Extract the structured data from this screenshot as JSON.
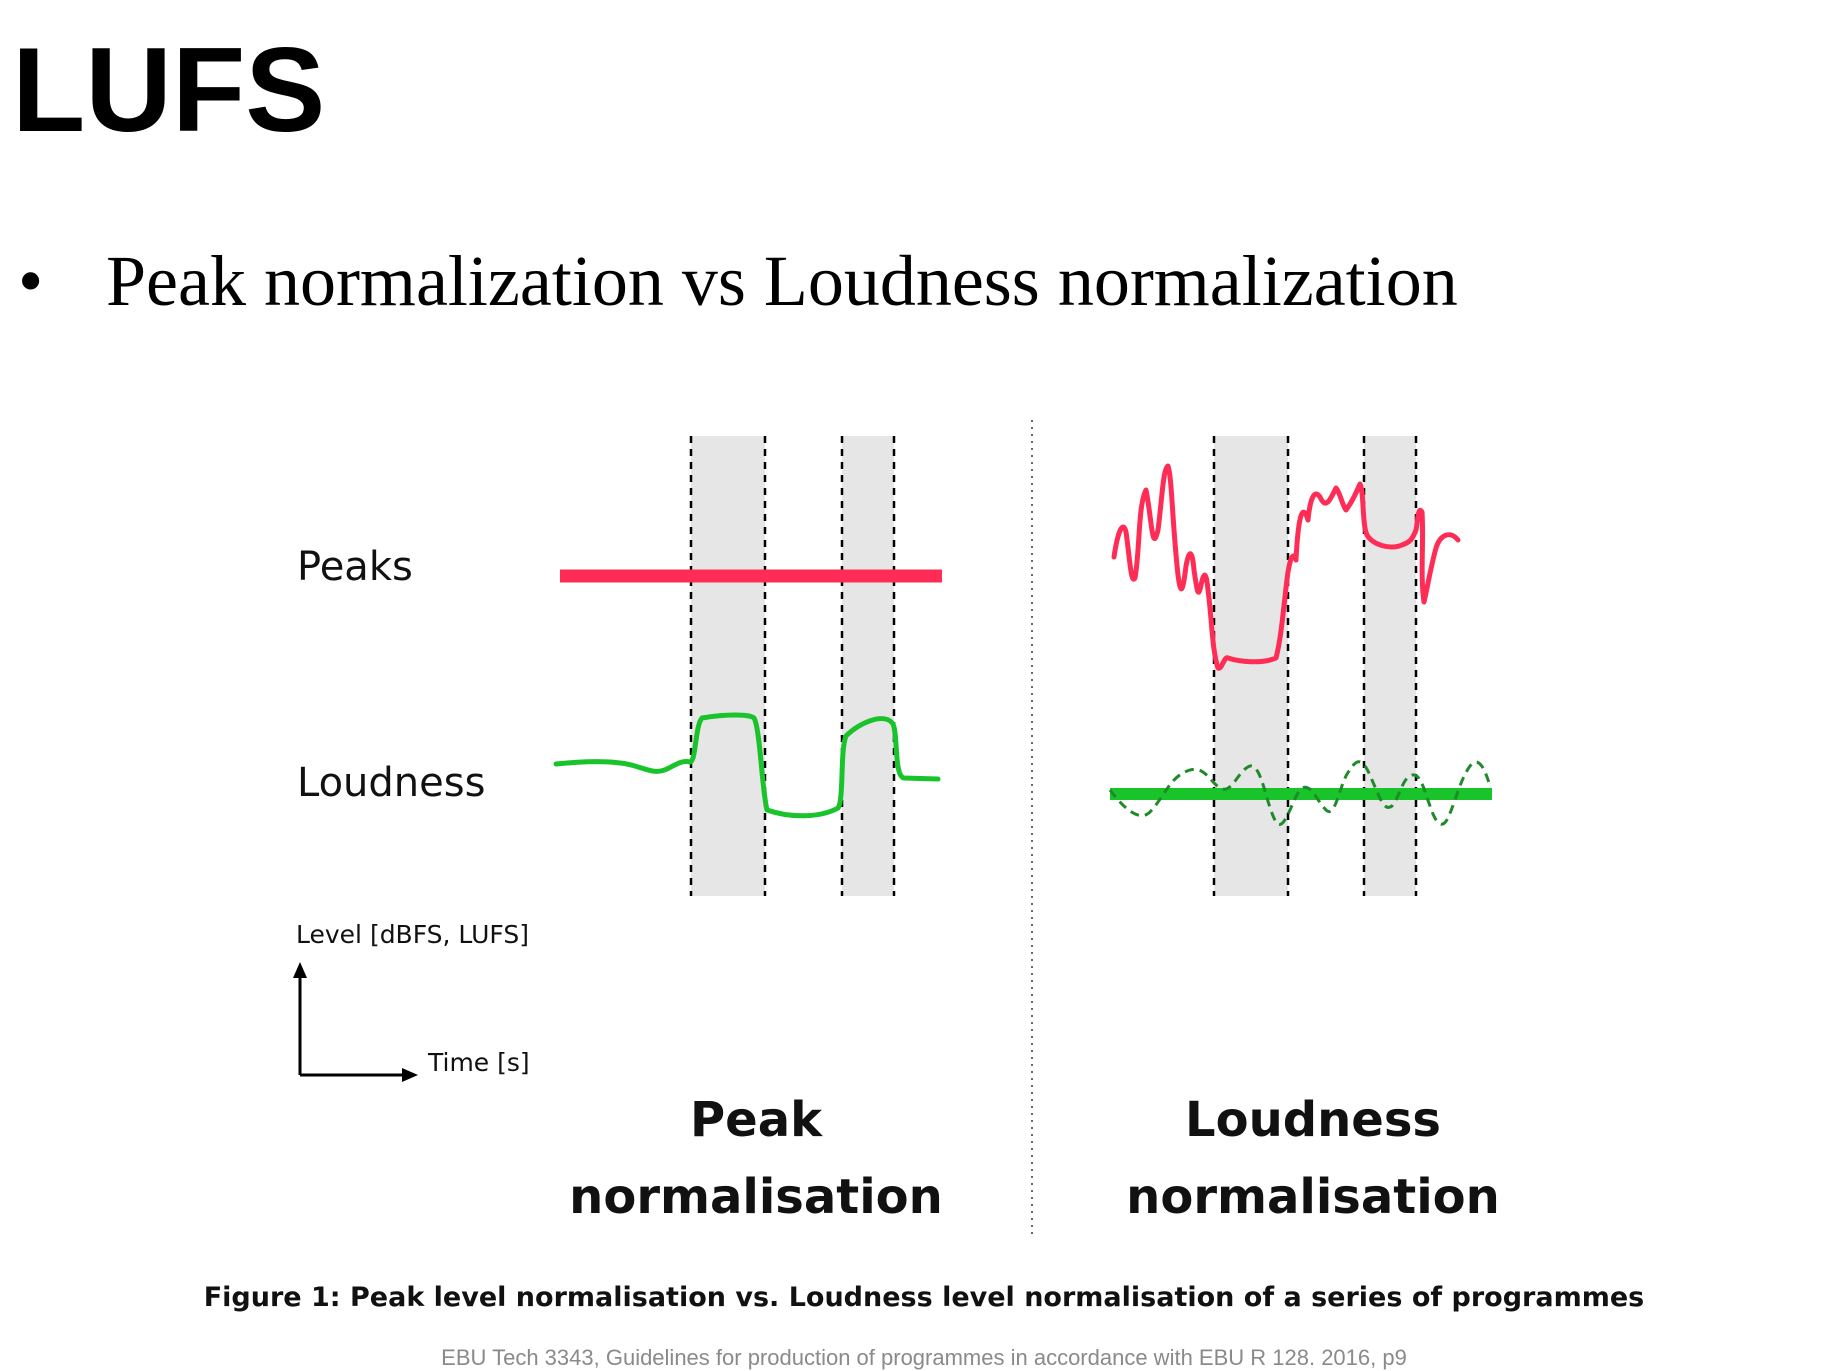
{
  "slide": {
    "title": "LUFS",
    "bullet_marker": "•",
    "bullet_text": "Peak normalization vs Loudness normalization"
  },
  "figure": {
    "row_labels": {
      "peaks": "Peaks",
      "loudness": "Loudness"
    },
    "axis_labels": {
      "level": "Level [dBFS, LUFS]",
      "time": "Time [s]"
    },
    "panel_titles": {
      "peak": [
        "Peak",
        "normalisation"
      ],
      "loudness": [
        "Loudness",
        "normalisation"
      ]
    },
    "caption": "Figure 1: Peak level normalisation vs. Loudness level normalisation of a series of programmes",
    "source": "EBU Tech 3343, Guidelines for production of programmes in accordance with EBU R 128. 2016, p9",
    "colors": {
      "peaks": "#ff2d55",
      "loudness": "#19c32a",
      "shading": "#e6e6e6",
      "dashed": "#000000"
    }
  }
}
